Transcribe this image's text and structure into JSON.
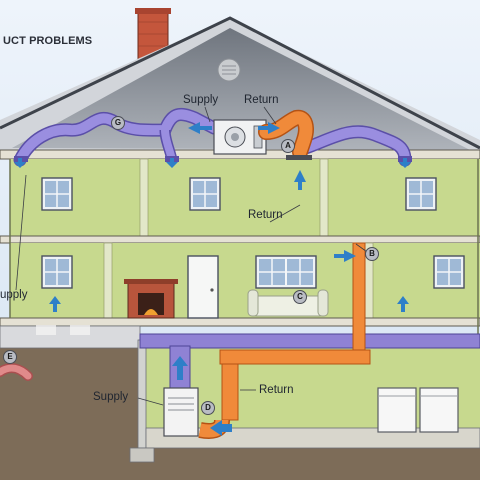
{
  "title": "UCT PROBLEMS",
  "labels": {
    "supply_attic": "Supply",
    "return_attic": "Return",
    "return_second_floor": "Return",
    "supply_first_floor": "upply",
    "supply_basement": "Supply",
    "return_basement": "Return"
  },
  "markers": {
    "a": "A",
    "b": "B",
    "c": "C",
    "d": "D",
    "e": "E",
    "g": "G"
  },
  "colors": {
    "sky": "#dbe8f4",
    "roof": "#9aa0a8",
    "wall": "#c7d98e",
    "supply_duct": "#8f82d4",
    "return_duct": "#f08a3a",
    "air_arrow": "#2e7fc8",
    "ground": "#7a6a55"
  },
  "icons": [
    "chimney",
    "attic-vent",
    "window",
    "fireplace",
    "door",
    "couch",
    "furnace",
    "washer",
    "dryer",
    "air-flow-arrow"
  ]
}
